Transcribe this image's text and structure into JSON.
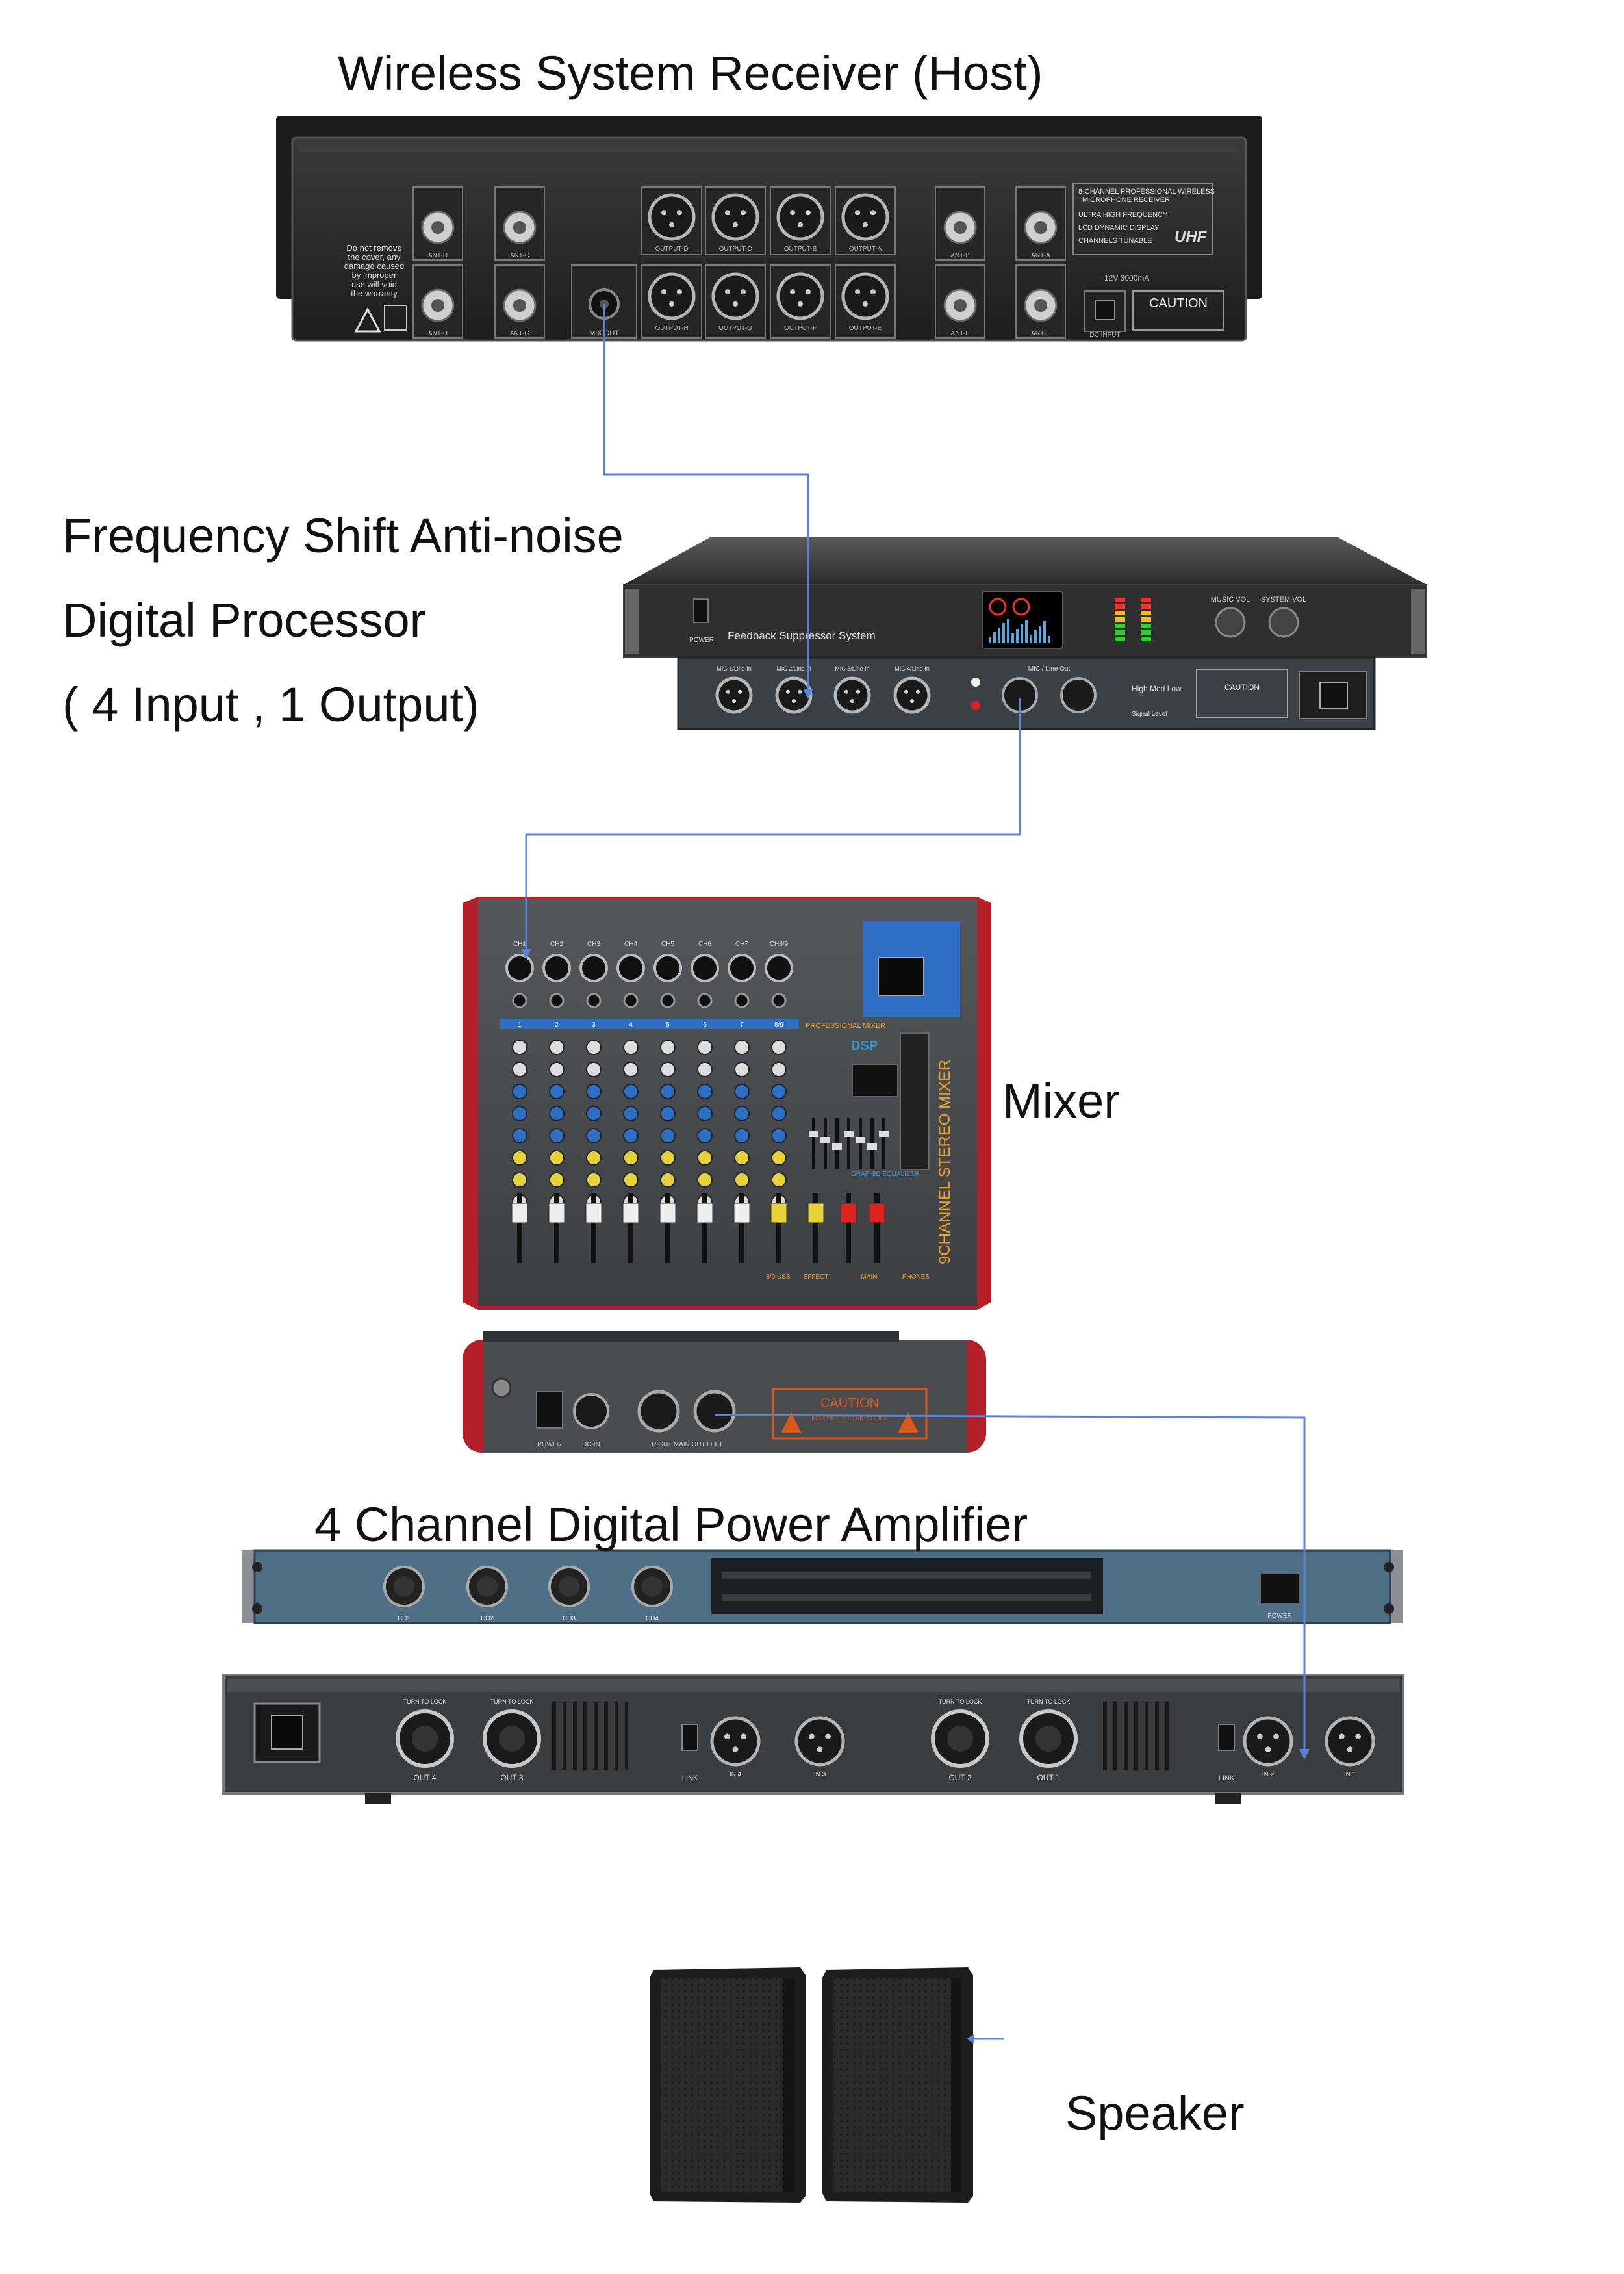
{
  "labels": {
    "receiver": "Wireless System Receiver (Host)",
    "processor_line1": "Frequency Shift Anti-noise",
    "processor_line2": "Digital Processor",
    "processor_line3": "( 4 Input , 1 Output)",
    "mixer": "Mixer",
    "amplifier": "4 Channel Digital Power Amplifier",
    "speaker": "Speaker"
  },
  "receiver_panel": {
    "brand_lines": [
      "8-CHANNEL PROFESSIONAL WIRELESS",
      "MICROPHONE RECEIVER",
      "ULTRA HIGH FREQUENCY",
      "LCD DYNAMIC DISPLAY",
      "CHANNELS TUNABLE"
    ],
    "band": "UHF",
    "caution": "CAUTION",
    "warning_lines": [
      "Do not remove",
      "the cover, any",
      "damage caused",
      "by improper",
      "use will void",
      "the warranty"
    ],
    "ant_top": [
      "ANT-D",
      "ANT-C",
      "ANT-B",
      "ANT-A"
    ],
    "ant_bottom": [
      "ANT-H",
      "ANT-G",
      "ANT-F",
      "ANT-E"
    ],
    "out_top": [
      "OUTPUT-D",
      "OUTPUT-C",
      "OUTPUT-B",
      "OUTPUT-A"
    ],
    "out_bottom": [
      "OUTPUT-H",
      "OUTPUT-G",
      "OUTPUT-F",
      "OUTPUT-E"
    ],
    "mix_out": "MIX OUT",
    "dc_input": "DC INPUT",
    "power_spec": "12V 3000mA"
  },
  "processor_panel": {
    "title": "Feedback Suppressor System",
    "power": "POWER",
    "music_vol": "MUSIC  VOL",
    "system_vol": "SYSTEM  VOL",
    "inputs": [
      "MIC 1/Line In",
      "MIC 2/Line In",
      "MIC 3/Line In",
      "MIC 4/Line In"
    ],
    "line_out": "MIC / Line Out",
    "hml": "High  Med  Low",
    "signal_level": "Signal Level",
    "caution": "CAUTION"
  },
  "mixer_panel": {
    "channels": [
      "CH1",
      "CH2",
      "CH3",
      "CH4",
      "CH5",
      "CH6",
      "CH7",
      "CH8/9"
    ],
    "channel_nums": [
      "1",
      "2",
      "3",
      "4",
      "5",
      "6",
      "7",
      "8/9"
    ],
    "professional": "PROFESSIONAL MIXER",
    "dsp": "DSP",
    "vertical_title": "9CHANNEL STEREO MIXER",
    "graphic_eq": "GRAPHIC EQUALIZER",
    "bottom_labels": [
      "8/9 USB",
      "EFFECT",
      "MAIN",
      "PHONES"
    ],
    "back_power": "POWER",
    "back_dc": "DC-IN",
    "back_main_out": "RIGHT  MAIN OUT  LEFT",
    "back_caution": "CAUTION",
    "back_caution_sub": "RISK OF ELECTRIC SHOCK"
  },
  "amp_panel": {
    "front_channels": [
      "CH1",
      "CH2",
      "CH3",
      "CH4"
    ],
    "power": "POWER",
    "back_outs": [
      "OUT 4",
      "OUT 3",
      "OUT 2",
      "OUT 1"
    ],
    "back_ins": [
      "IN 4",
      "IN 3",
      "IN 2",
      "IN 1"
    ],
    "link": "LINK",
    "lock": "TURN TO LOCK"
  },
  "colors": {
    "wire": "#5b84d6",
    "device_dark": "#2a2a2a",
    "mixer_red": "#b3202a",
    "mixer_blue_panel": "#2e6fc4",
    "amp_blue": "#4e6f86"
  }
}
